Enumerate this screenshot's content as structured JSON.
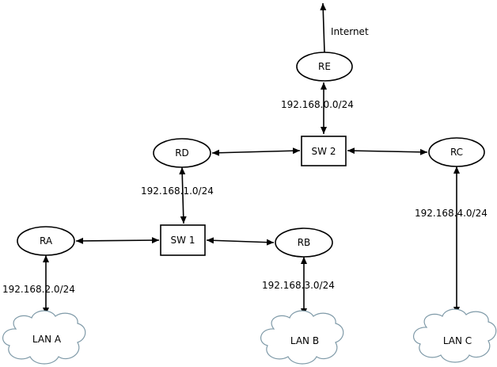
{
  "internet_label": "Internet",
  "routers": {
    "ra": "RA",
    "rb": "RB",
    "rc": "RC",
    "rd": "RD",
    "re": "RE"
  },
  "switches": {
    "sw1": "SW 1",
    "sw2": "SW 2"
  },
  "lans": {
    "a": "LAN A",
    "b": "LAN B",
    "c": "LAN C"
  },
  "subnets": {
    "re_sw2": "192.168.0.0/24",
    "rd_sw1": "192.168.1.0/24",
    "ra_lana": "192.168.2.0/24",
    "rb_lanb": "192.168.3.0/24",
    "rc_lanc": "192.168.4.0/24"
  },
  "colors": {
    "line": "#000000",
    "cloud_stroke": "#7f9aa8",
    "background": "#ffffff"
  }
}
